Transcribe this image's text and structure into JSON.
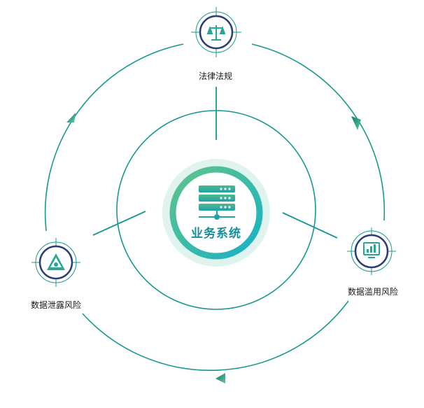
{
  "center": {
    "label": "业务系统",
    "icon": "server-stack-icon"
  },
  "nodes": [
    {
      "id": "law",
      "label": "法律法规",
      "icon": "scales-icon"
    },
    {
      "id": "abuse",
      "label": "数据滥用风险",
      "icon": "bar-chart-monitor-icon"
    },
    {
      "id": "leak",
      "label": "数据泄露风险",
      "icon": "recycle-triangle-icon"
    }
  ],
  "colors": {
    "ring": "#17998f",
    "accent_green": "#5cbf8a",
    "accent_teal": "#19b4c4",
    "icon_navy": "#2c3d74",
    "halo": "#dff3ef"
  }
}
